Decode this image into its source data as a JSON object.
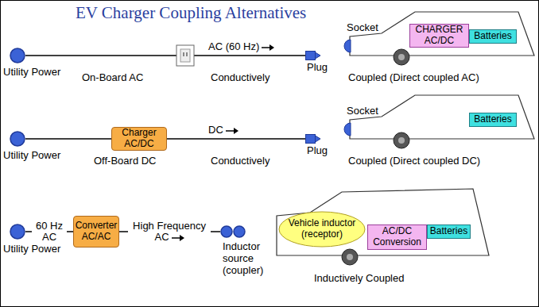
{
  "diagram": {
    "title": "EV Charger Coupling Alternatives",
    "nodes": [
      {
        "text": [
          "Utility Power"
        ]
      },
      {
        "text": [
          "Plug"
        ]
      },
      {
        "text": [
          "CHARGER AC/DC"
        ]
      },
      {
        "text": [
          "Batteries"
        ]
      },
      {
        "text": [
          "Utility Power"
        ]
      },
      {
        "text": [
          "Charger AC/DC"
        ]
      },
      {
        "text": [
          "Plug"
        ]
      },
      {
        "text": [
          "Batteries"
        ]
      },
      {
        "text": [
          "Utility Power"
        ]
      },
      {
        "text": [
          "Converter AC/AC"
        ]
      },
      {
        "text": [
          "Inductor source (coupler)"
        ]
      },
      {
        "text": [
          "Vehicle inductor (receptor)"
        ]
      },
      {
        "text": [
          "AC/DC Conversion"
        ]
      },
      {
        "text": [
          "Batteries"
        ]
      }
    ],
    "edges": [
      {
        "from": 0,
        "to": 1,
        "label": "AC (60 Hz)",
        "arrow": "none"
      },
      {
        "from": 4,
        "to": 5,
        "arrow": "none"
      },
      {
        "from": 5,
        "to": 6,
        "label": "DC",
        "arrow": "none"
      },
      {
        "from": 8,
        "to": 9,
        "label": "60 Hz AC",
        "arrow": "none"
      },
      {
        "from": 9,
        "to": 10,
        "label": "High Frequency AC",
        "arrow": "none"
      }
    ],
    "labels": [
      "On-Board AC",
      "Conductively",
      "Coupled (Direct coupled AC)",
      "Socket",
      "Off-Board DC",
      "Conductively",
      "Coupled (Direct coupled DC)",
      "Socket",
      "Inductively Coupled"
    ]
  }
}
